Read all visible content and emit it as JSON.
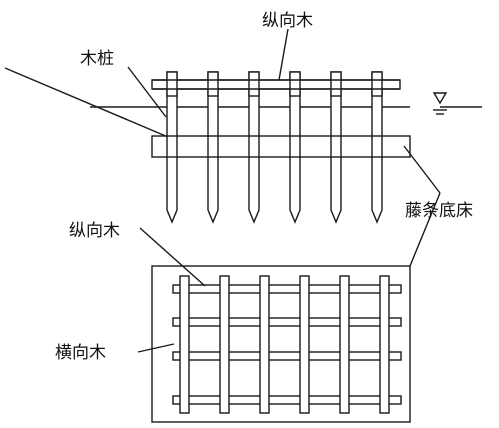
{
  "labels": {
    "top_longitudinal": "纵向木",
    "pile": "木桩",
    "mattress": "藤条底床",
    "bottom_longitudinal": "纵向木",
    "bottom_transverse": "横向木"
  },
  "icons": {
    "water_level": "water-level-triangle-icon"
  },
  "colors": {
    "stroke": "#1a1a1a",
    "background": "#ffffff"
  }
}
